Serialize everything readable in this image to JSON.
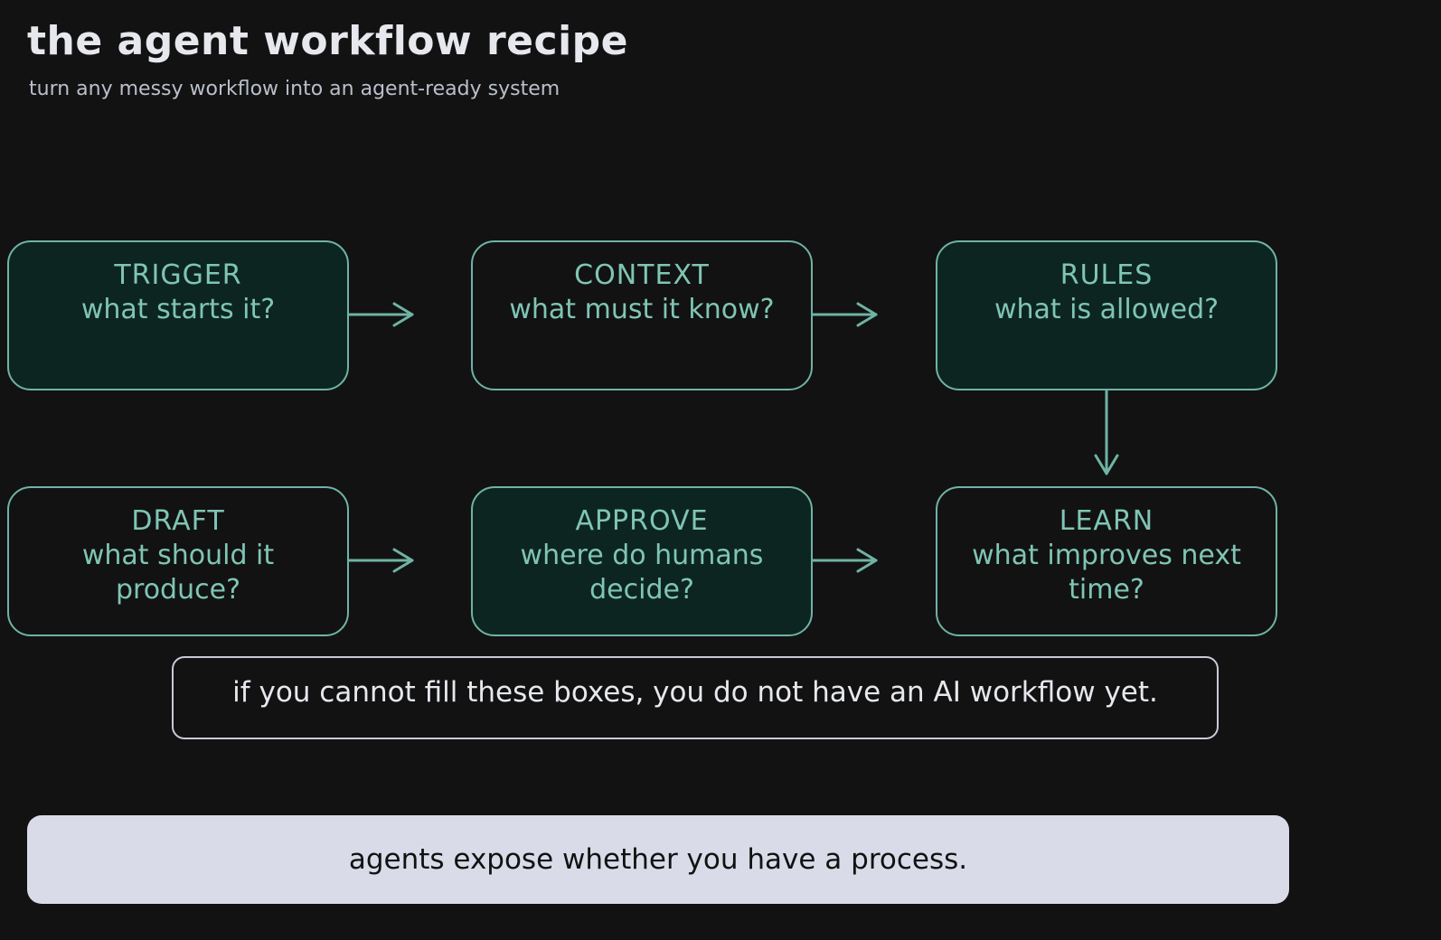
{
  "header": {
    "title": "the agent workflow recipe",
    "subtitle": "turn any messy workflow into an agent-ready system"
  },
  "nodes": {
    "trigger": {
      "label": "TRIGGER",
      "question": "what starts it?"
    },
    "context": {
      "label": "CONTEXT",
      "question": "what must it know?"
    },
    "rules": {
      "label": "RULES",
      "question": "what is allowed?"
    },
    "draft": {
      "label": "DRAFT",
      "question": "what should it produce?"
    },
    "approve": {
      "label": "APPROVE",
      "question": "where do humans decide?"
    },
    "learn": {
      "label": "LEARN",
      "question": "what improves next time?"
    }
  },
  "note": "if you cannot fill these boxes, you do not have an AI workflow yet.",
  "banner": "agents expose whether you have a process.",
  "colors": {
    "background": "#121212",
    "accent": "#6fb3a4",
    "node_fill": "#0d2520",
    "banner_fill": "#d9dce8"
  }
}
